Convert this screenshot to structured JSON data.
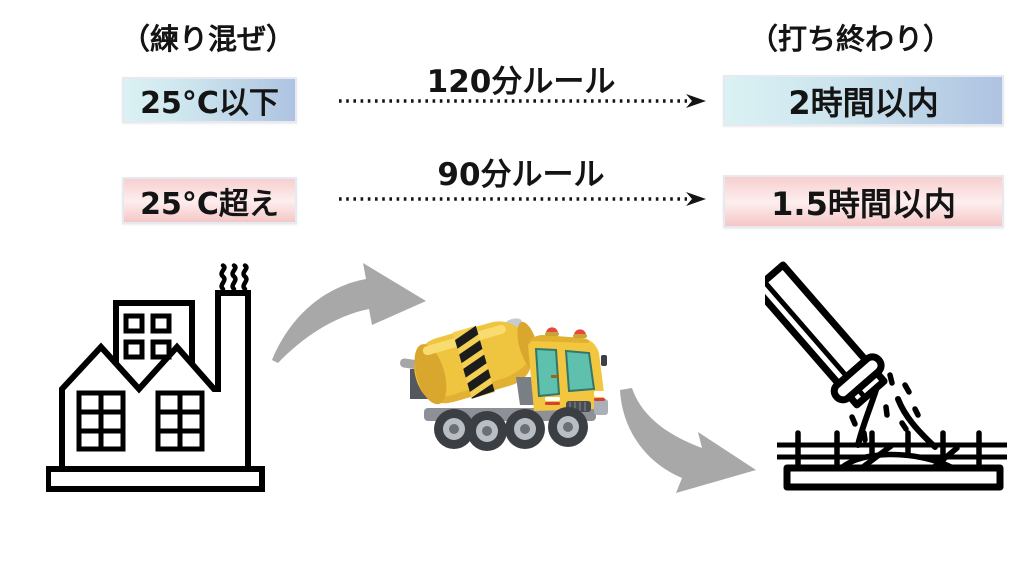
{
  "phases": {
    "mixing": "（練り混ぜ）",
    "pour_end": "（打ち終わり）"
  },
  "rows": [
    {
      "condition": "25°C以下",
      "rule": "120分ルール",
      "limit": "2時間以内",
      "theme": "cool"
    },
    {
      "condition": "25°C超え",
      "rule": "90分ルール",
      "limit": "1.5時間以内",
      "theme": "warm"
    }
  ],
  "icons": {
    "factory": "factory-icon",
    "truck": "mixer-truck-icon",
    "pouring": "concrete-pouring-icon",
    "flow_arrow": "curved-arrow-icon",
    "rule_arrow": "dotted-arrow-icon",
    "smoke": "smoke-icon"
  },
  "colors": {
    "cool_start": "#dbf2f4",
    "cool_end": "#aec3e1",
    "warm_light": "#fdeeee",
    "warm_dark": "#f5c6c6",
    "arrow_gray": "#a8a8a8",
    "ink": "#141414",
    "truck_yellow": "#efc53f",
    "window_teal": "#5fc0ae"
  }
}
